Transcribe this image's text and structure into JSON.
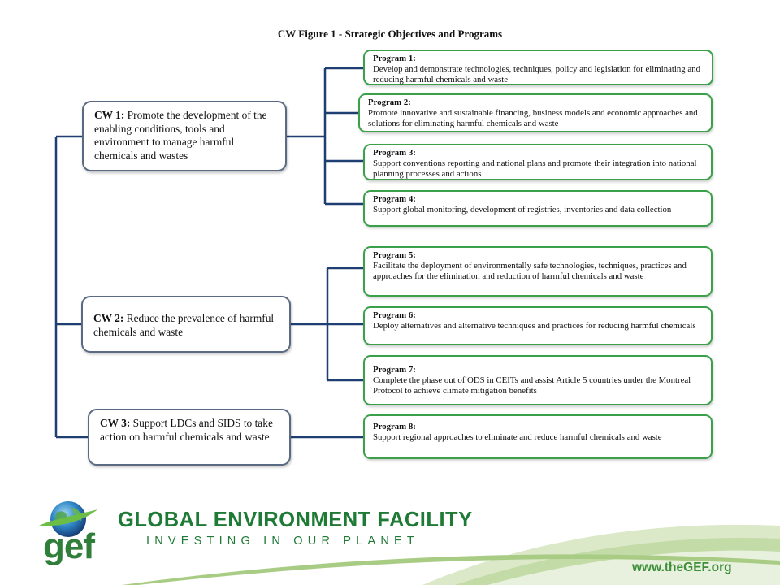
{
  "title": "CW Figure 1 - Strategic Objectives and Programs",
  "objectives": [
    {
      "code": "CW 1:",
      "text": " Promote the development of the enabling conditions, tools and environment to manage harmful chemicals and wastes"
    },
    {
      "code": "CW 2:",
      "text": " Reduce the prevalence of harmful chemicals and waste"
    },
    {
      "code": "CW 3:",
      "text": " Support LDCs and SIDS to take action on harmful chemicals and waste"
    }
  ],
  "programs": [
    {
      "title": "Program 1:",
      "text": "Develop and demonstrate technologies, techniques, policy and legislation for eliminating and reducing harmful chemicals and waste"
    },
    {
      "title": "Program 2:",
      "text": "Promote innovative and sustainable financing, business models and economic approaches and solutions for eliminating harmful chemicals and waste"
    },
    {
      "title": "Program 3:",
      "text": "Support conventions reporting and national plans and promote their integration into national planning processes and actions"
    },
    {
      "title": "Program 4:",
      "text": "Support global monitoring, development of registries, inventories and data collection"
    },
    {
      "title": "Program 5:",
      "text": "Facilitate the deployment of environmentally safe technologies, techniques, practices and approaches for the elimination and reduction of harmful chemicals and waste"
    },
    {
      "title": "Program 6:",
      "text": "Deploy alternatives and alternative techniques and practices for reducing harmful chemicals"
    },
    {
      "title": "Program 7:",
      "text": "Complete the phase out of ODS in CEITs and assist Article 5 countries under the Montreal Protocol to achieve climate mitigation benefits"
    },
    {
      "title": "Program 8:",
      "text": "Support regional approaches to eliminate and reduce harmful chemicals and waste"
    }
  ],
  "footer": {
    "logo_text": "gef",
    "org_name": "GLOBAL ENVIRONMENT FACILITY",
    "tagline": "INVESTING IN OUR PLANET",
    "url": "www.theGEF.org"
  },
  "colors": {
    "connector": "#1f3f73",
    "objective_border": "#5a6a82",
    "program_border": "#3aa14a",
    "brand_green": "#1f7a36"
  }
}
